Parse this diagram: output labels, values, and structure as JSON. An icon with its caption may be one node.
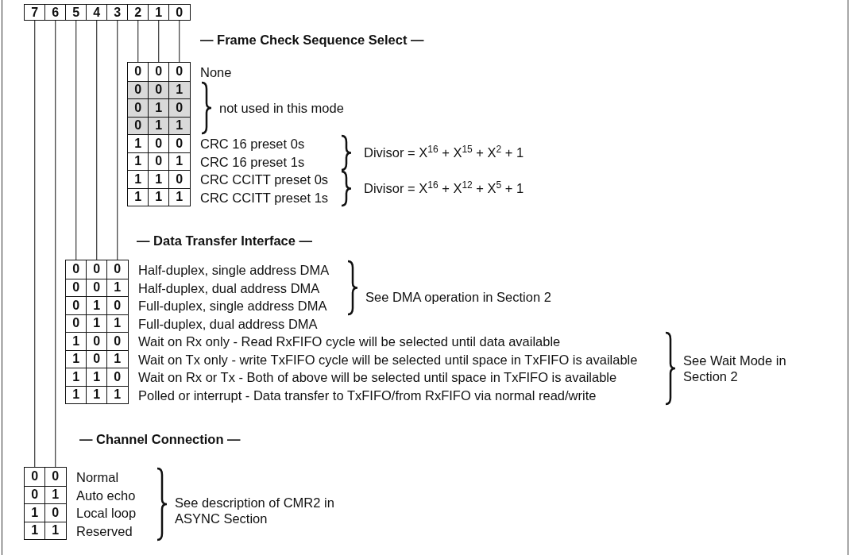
{
  "diagram": {
    "nodes": [
      {
        "text": [
          "7"
        ]
      },
      {
        "text": [
          "6"
        ]
      },
      {
        "text": [
          "5"
        ]
      },
      {
        "text": [
          "4"
        ]
      },
      {
        "text": [
          "3"
        ]
      },
      {
        "text": [
          "2"
        ]
      },
      {
        "text": [
          "1"
        ]
      },
      {
        "text": [
          "0"
        ]
      },
      {
        "text": [
          "0",
          "0",
          "0",
          "0",
          "1",
          "1",
          "1",
          "1"
        ]
      },
      {
        "text": [
          "0",
          "0",
          "1",
          "1",
          "0",
          "0",
          "1",
          "1"
        ]
      },
      {
        "text": [
          "0",
          "1",
          "0",
          "1",
          "0",
          "1",
          "0",
          "1"
        ]
      },
      {
        "text": [
          "0",
          "0",
          "0",
          "0",
          "1",
          "1",
          "1",
          "1"
        ]
      },
      {
        "text": [
          "0",
          "0",
          "1",
          "1",
          "0",
          "0",
          "1",
          "1"
        ]
      },
      {
        "text": [
          "0",
          "1",
          "0",
          "1",
          "0",
          "1",
          "0",
          "1"
        ]
      },
      {
        "text": [
          "0",
          "0",
          "1",
          "1"
        ]
      },
      {
        "text": [
          "0",
          "1",
          "0",
          "1"
        ]
      }
    ],
    "edges": [
      {
        "from": 5,
        "to": 8,
        "arrow": "none"
      },
      {
        "from": 6,
        "to": 9,
        "arrow": "none"
      },
      {
        "from": 7,
        "to": 10,
        "arrow": "none"
      },
      {
        "from": 2,
        "to": 11,
        "arrow": "none"
      },
      {
        "from": 3,
        "to": 12,
        "arrow": "none"
      },
      {
        "from": 4,
        "to": 13,
        "arrow": "none"
      },
      {
        "from": 0,
        "to": 14,
        "arrow": "none"
      },
      {
        "from": 1,
        "to": 15,
        "arrow": "none"
      }
    ],
    "labels": [
      "— Frame Check Sequence Select —",
      "None",
      "not used in this mode",
      "CRC 16 preset 0s",
      "CRC 16 preset 1s",
      "Divisor = X$^{16}$ + X$^{15}$ + X$^{2}$ + 1",
      "CRC CCITT preset 0s",
      "CRC CCITT preset 1s",
      "Divisor = X$^{16}$ + X$^{12}$ + X$^{5}$ + 1",
      "— Data Transfer Interface —",
      "Half-duplex, single address DMA",
      "Half-duplex, dual address DMA",
      "Full-duplex, single address DMA",
      "Full-duplex, dual address DMA",
      "Wait on Rx only - Read RxFIFO cycle will be selected until data available",
      "Wait on Tx only - write TxFIFO cycle will be selected until space in TxFIFO is available",
      "Wait on Rx or Tx - Both of above will be selected until space in TxFIFO is available",
      "Polled or interrupt - Data transfer to TxFIFO/from RxFIFO via normal read/write",
      "See DMA operation in Section 2",
      "See Wait Mode in Section 2",
      "— Channel Connection —",
      "Normal",
      "Auto echo",
      "Local loop",
      "Reserved",
      "See description of CMR2 in ASYNC Section"
    ]
  }
}
